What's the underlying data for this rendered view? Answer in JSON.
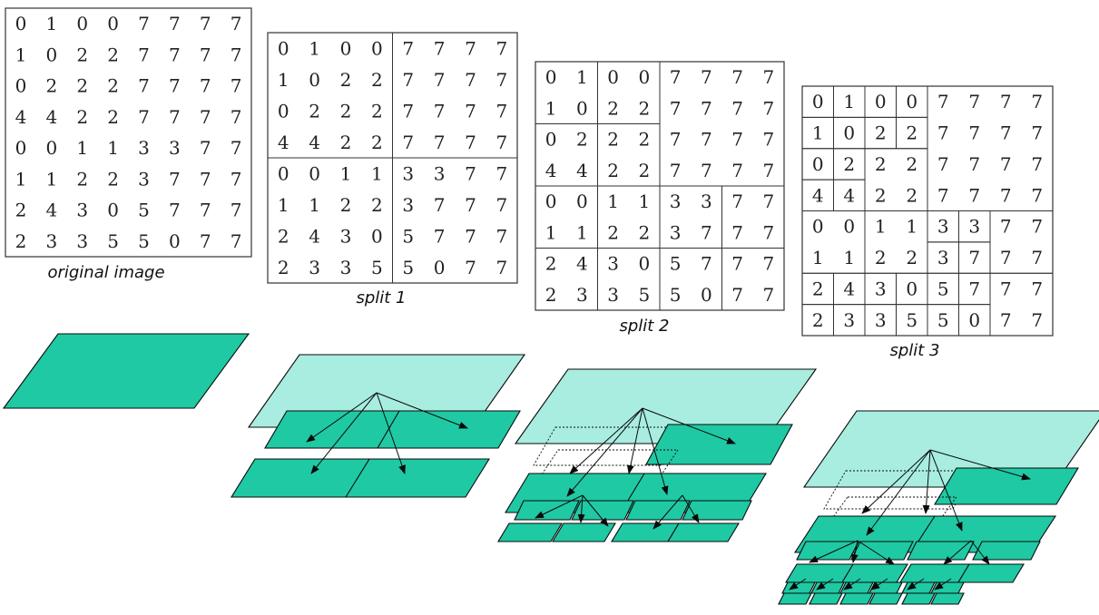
{
  "image_grid": [
    [
      0,
      1,
      0,
      0,
      7,
      7,
      7,
      7
    ],
    [
      1,
      0,
      2,
      2,
      7,
      7,
      7,
      7
    ],
    [
      0,
      2,
      2,
      2,
      7,
      7,
      7,
      7
    ],
    [
      4,
      4,
      2,
      2,
      7,
      7,
      7,
      7
    ],
    [
      0,
      0,
      1,
      1,
      3,
      3,
      7,
      7
    ],
    [
      1,
      1,
      2,
      2,
      3,
      7,
      7,
      7
    ],
    [
      2,
      4,
      3,
      0,
      5,
      7,
      7,
      7
    ],
    [
      2,
      3,
      3,
      5,
      5,
      0,
      7,
      7
    ]
  ],
  "panels": [
    {
      "caption": "original image",
      "split_level": 0
    },
    {
      "caption": "split 1",
      "split_level": 1
    },
    {
      "caption": "split 2",
      "split_level": 2
    },
    {
      "caption": "split 3",
      "split_level": 3
    }
  ],
  "colors": {
    "tile_fill": "#1fc9a4",
    "tile_fill_light": "#a8ede0",
    "tile_stroke": "#0a0a0a",
    "arrow": "#0a0a0a",
    "grid_line": "#333333"
  }
}
